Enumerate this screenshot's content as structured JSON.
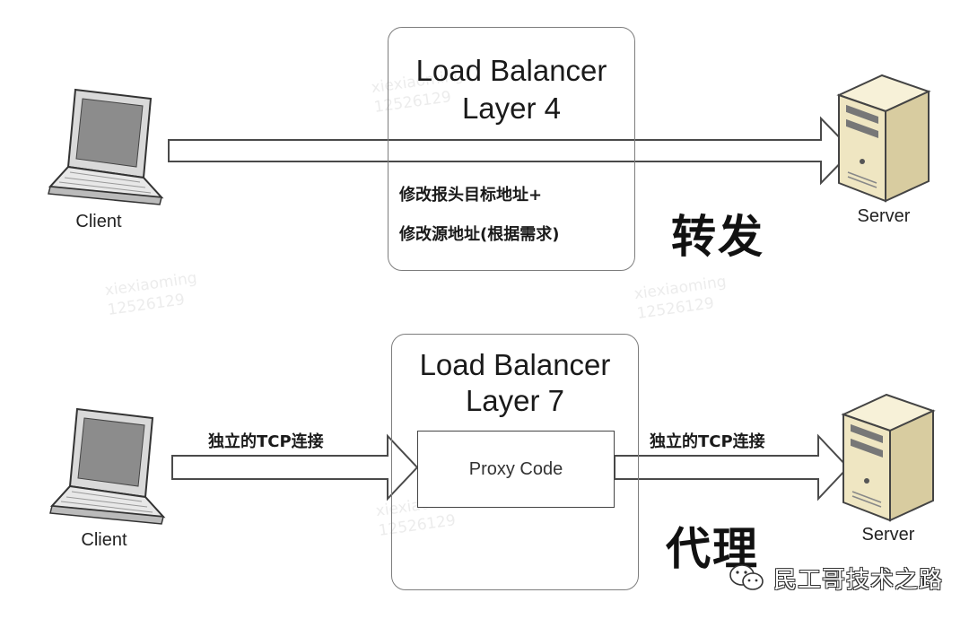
{
  "layer4": {
    "title_line1": "Load Balancer",
    "title_line2": "Layer 4",
    "note_line1": "修改报头目标地址+",
    "note_line2": "修改源地址(根据需求)",
    "action_label": "转发",
    "client_label": "Client",
    "server_label": "Server"
  },
  "layer7": {
    "title_line1": "Load Balancer",
    "title_line2": "Layer 7",
    "proxy_label": "Proxy Code",
    "left_conn_label": "独立的TCP连接",
    "right_conn_label": "独立的TCP连接",
    "action_label": "代理",
    "client_label": "Client",
    "server_label": "Server"
  },
  "watermark": {
    "brand_text": "民工哥技术之路",
    "brand_icon": "wechat-icon",
    "faint_line1": "xiexiaoming",
    "faint_line2": "12526129"
  },
  "colors": {
    "arrow_stroke": "#4a4a4a",
    "arrow_fill": "#ffffff",
    "box_border": "#7d7d7d",
    "server_body": "#efe6c2"
  }
}
